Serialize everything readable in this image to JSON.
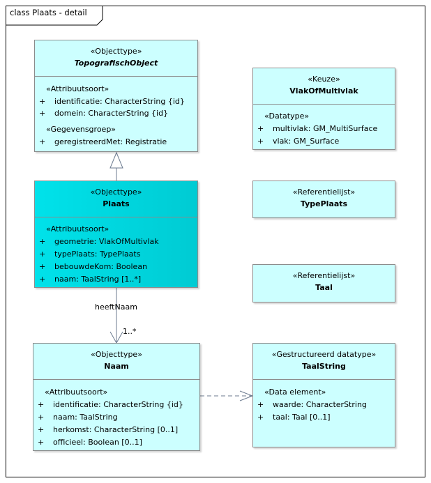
{
  "frame": {
    "title": "class Plaats - detail"
  },
  "classes": {
    "topografisch": {
      "stereotype": "«Objecttype»",
      "name": "TopografischObject",
      "groups": [
        {
          "label": "«Attribuutsoort»",
          "attrs": [
            "identificatie: CharacterString {id}",
            "domein: CharacterString {id}"
          ]
        },
        {
          "label": "«Gegevensgroep»",
          "attrs": [
            "geregistreerdMet: Registratie"
          ]
        }
      ]
    },
    "plaats": {
      "stereotype": "«Objecttype»",
      "name": "Plaats",
      "groups": [
        {
          "label": "«Attribuutsoort»",
          "attrs": [
            "geometrie: VlakOfMultivlak",
            "typePlaats: TypePlaats",
            "bebouwdeKom: Boolean",
            "naam: TaalString [1..*]"
          ]
        }
      ]
    },
    "naam": {
      "stereotype": "«Objecttype»",
      "name": "Naam",
      "groups": [
        {
          "label": "«Attribuutsoort»",
          "attrs": [
            "identificatie: CharacterString {id}",
            "naam: TaalString",
            "herkomst: CharacterString [0..1]",
            "officieel: Boolean [0..1]"
          ]
        }
      ]
    },
    "vlak": {
      "stereotype": "«Keuze»",
      "name": "VlakOfMultivlak",
      "groups": [
        {
          "label": "«Datatype»",
          "attrs": [
            "multivlak: GM_MultiSurface",
            "vlak: GM_Surface"
          ]
        }
      ]
    },
    "typeplaats": {
      "stereotype": "«Referentielijst»",
      "name": "TypePlaats"
    },
    "taal": {
      "stereotype": "«Referentielijst»",
      "name": "Taal"
    },
    "taalstring": {
      "stereotype": "«Gestructureerd datatype»",
      "name": "TaalString",
      "groups": [
        {
          "label": "«Data element»",
          "attrs": [
            "waarde: CharacterString",
            "taal: Taal [0..1]"
          ]
        }
      ]
    }
  },
  "plus_symbol": "+",
  "association": {
    "name": "heeftNaam",
    "multiplicity": "1..*"
  },
  "colors": {
    "class_fill": "#ccffff",
    "highlight_fill": "#00d8e0",
    "border": "#8c8c8c",
    "line": "#6b7a8f"
  }
}
